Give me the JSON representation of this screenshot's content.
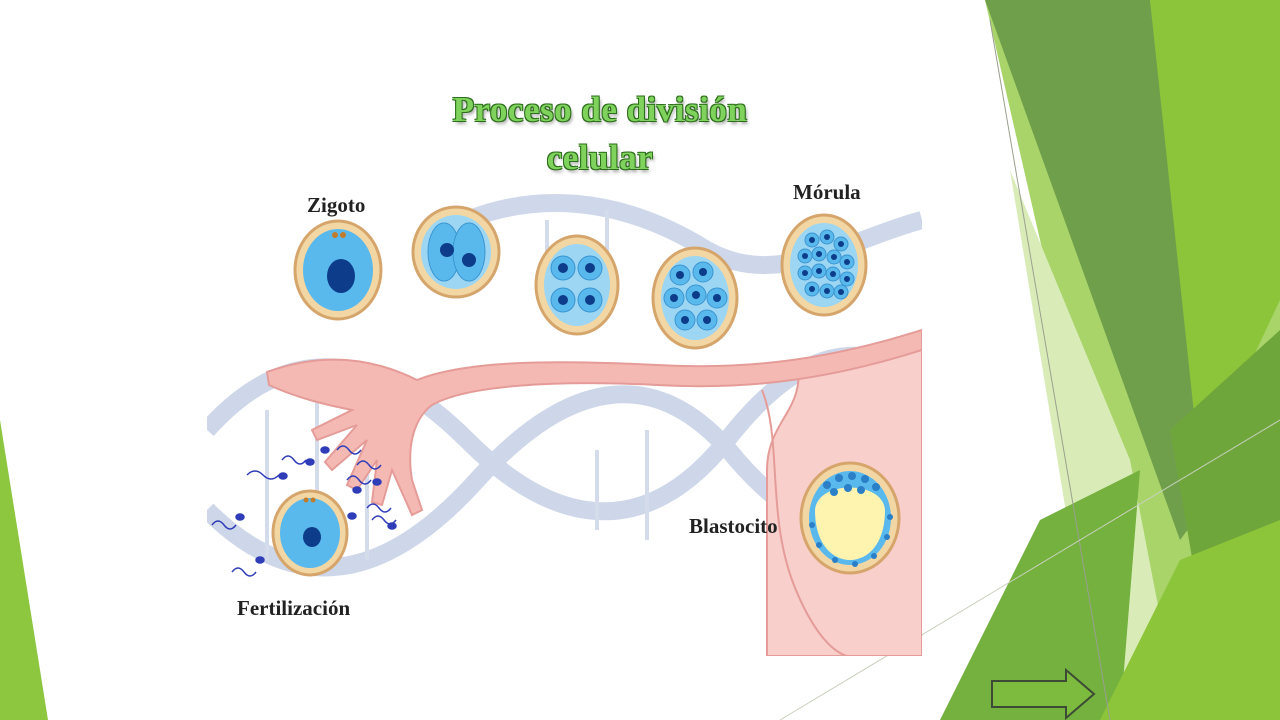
{
  "title": {
    "line1": "Proceso de división",
    "line2": "celular"
  },
  "diagram": {
    "labels": {
      "zygote": "Zigoto",
      "morula": "Mórula",
      "blastocyst": "Blastocito",
      "fertilization": "Fertilización"
    }
  },
  "colors": {
    "accent_green": "#8dc63f",
    "dark_green": "#5d9a35",
    "title_fill": "#7fd35c",
    "tube_pink": "#f5b9b4",
    "cell_blue": "#5ab9ec",
    "cell_ring": "#f2d7a4",
    "arrow_fill": "#7dbb3e"
  },
  "icons": {
    "next": "right-arrow-icon"
  }
}
